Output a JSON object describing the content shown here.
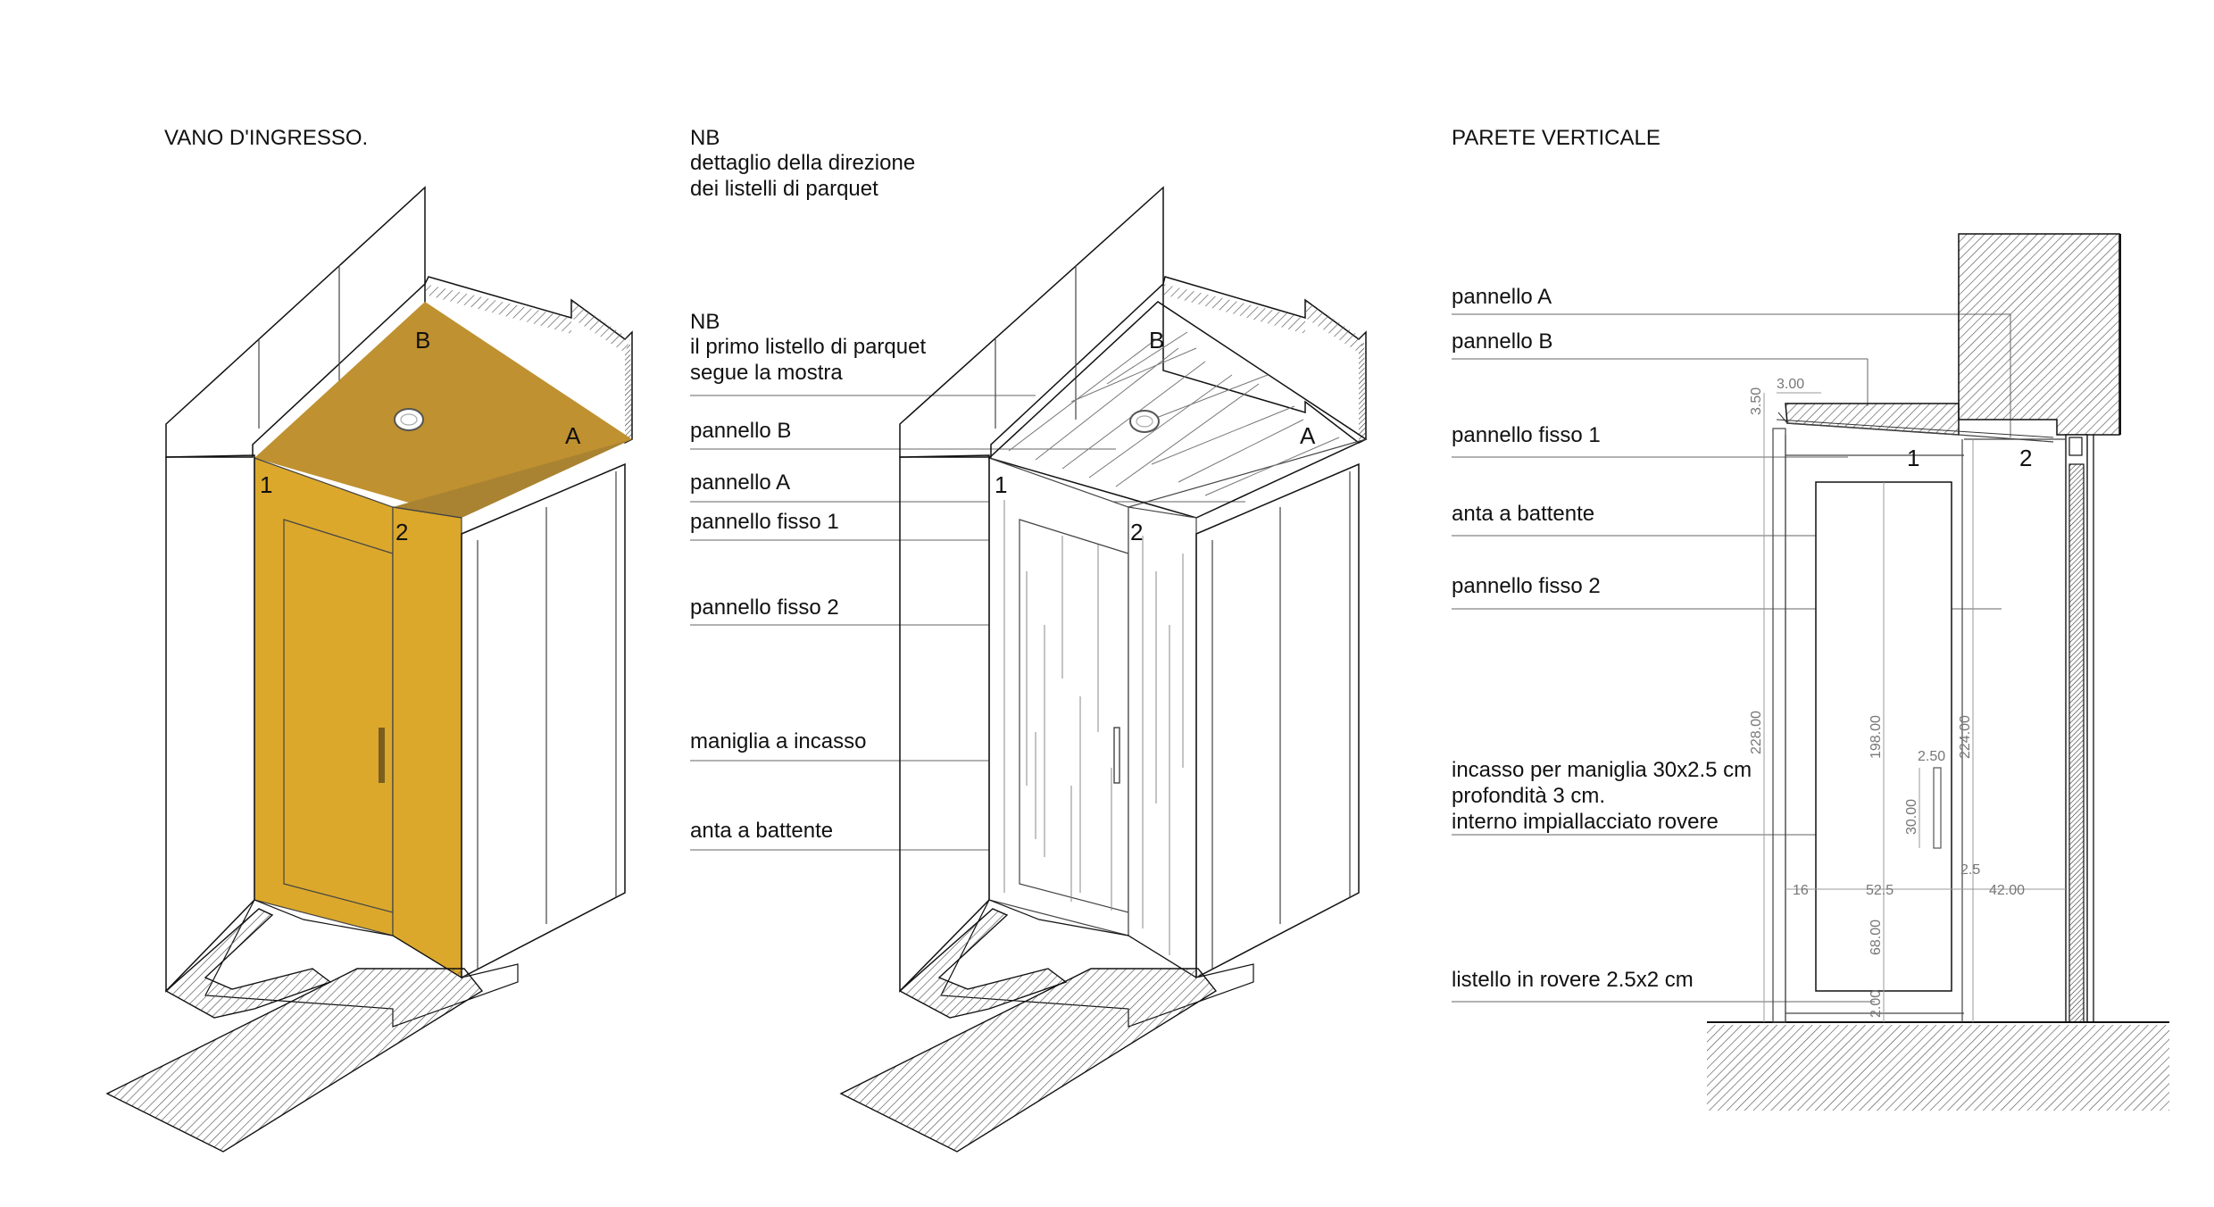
{
  "panels": {
    "left": {
      "title": "VANO D'INGRESSO."
    },
    "middle": {
      "note1": [
        "NB",
        "dettaglio della direzione",
        "dei listelli di parquet"
      ],
      "note2": [
        "NB",
        "il primo listello di parquet",
        "segue la mostra"
      ],
      "labels": [
        "pannello B",
        "pannello A",
        "pannello fisso 1",
        "pannello fisso 2",
        "maniglia a incasso",
        "anta a battente"
      ]
    },
    "right": {
      "title": "PARETE VERTICALE",
      "labels": [
        "pannello A",
        "pannello B",
        "pannello fisso 1",
        "anta a battente",
        "pannello fisso 2"
      ],
      "note": [
        "incasso per maniglia 30x2.5 cm",
        "profondità 3 cm.",
        "interno impiallacciato rovere"
      ],
      "bottom_label": "listello in rovere 2.5x2 cm"
    }
  },
  "markers": {
    "A": "A",
    "B": "B",
    "one": "1",
    "two": "2"
  },
  "dimensions": {
    "d350": "3.50",
    "d300": "3.00",
    "d22800": "228.00",
    "d19800": "198.00",
    "d22400": "224.00",
    "d250a": "2.50",
    "d3000": "30.00",
    "d25b": "2.5",
    "d16": "16",
    "d525": "52.5",
    "d4200": "42.00",
    "d6800": "68.00",
    "d200": "2.00"
  },
  "colors": {
    "panel_light": "#DBA82C",
    "panel_mid": "#BF9130",
    "panel_dark": "#A98332",
    "ink": "#111111"
  }
}
